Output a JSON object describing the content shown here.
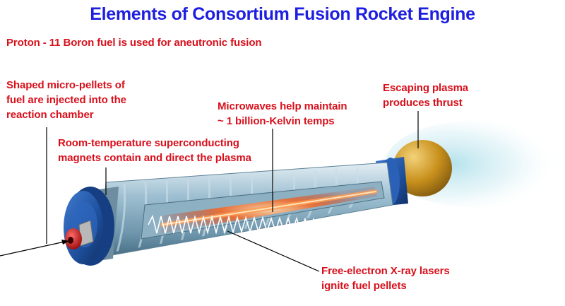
{
  "title": "Elements of Consortium Fusion Rocket Engine",
  "fuel_note": "Proton - 11 Boron fuel is used for aneutronic fusion",
  "labels": {
    "pellets": [
      "Shaped micro-pellets of",
      "fuel are injected into the",
      "reaction chamber"
    ],
    "magnets": [
      "Room-temperature superconducting",
      "magnets contain and direct the plasma"
    ],
    "microwaves": [
      "Microwaves help maintain",
      "~ 1 billion-Kelvin temps"
    ],
    "plasma": [
      "Escaping plasma",
      "produces thrust"
    ],
    "lasers": [
      "Free-electron X-ray lasers",
      "ignite fuel pellets"
    ]
  },
  "colors": {
    "title": "#1e1ee0",
    "label_text": "#d8101c",
    "engine_body": "#8fb3c6",
    "end_caps": "#1d4f9c",
    "plasma_core": "#e0481e",
    "injector": "#c41414",
    "nozzle": "#c8901c",
    "exhaust_glow": "#bfe6ee"
  }
}
